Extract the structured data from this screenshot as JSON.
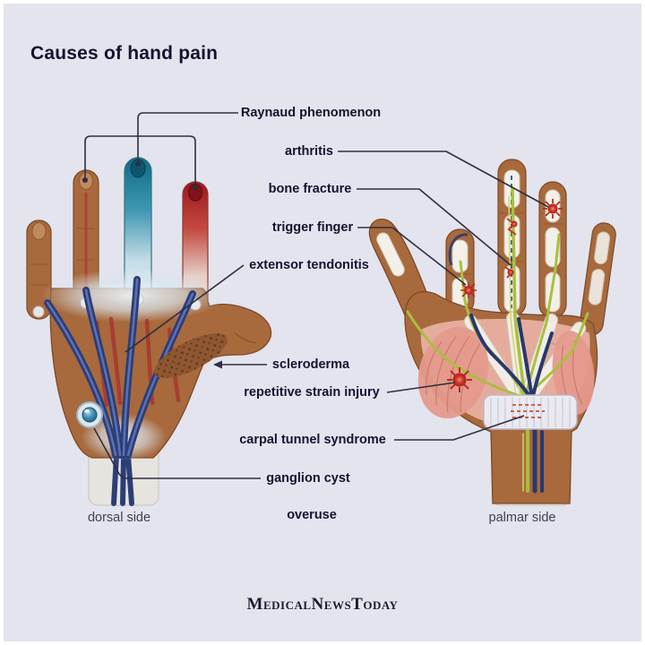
{
  "title": "Causes of hand pain",
  "conditions": {
    "raynaud": "Raynaud phenomenon",
    "arthritis": "arthritis",
    "bone_fracture": "bone fracture",
    "trigger_finger": "trigger finger",
    "extensor_tendonitis": "extensor tendonitis",
    "scleroderma": "scleroderma",
    "repetitive_strain_injury": "repetitive strain injury",
    "carpal_tunnel_syndrome": "carpal tunnel syndrome",
    "ganglion_cyst": "ganglion cyst",
    "overuse": "overuse"
  },
  "captions": {
    "dorsal": "dorsal side",
    "palmar": "palmar side"
  },
  "footer": {
    "brand": "MedicalNewsToday"
  },
  "colors": {
    "background": "#e3e4ee",
    "text": "#14142e",
    "leader_line": "#2e2e40",
    "skin": "#a8693c",
    "skin_outline": "#7c4a26",
    "raynaud_cyanosis_blue": "#1d7f9c",
    "raynaud_rubor_red": "#b01f27",
    "tendon_navy": "#2c3e78",
    "nerve_green": "#a9bf3f",
    "muscle_pink": "#e8a89e",
    "bone_white": "#f3f0ea",
    "pain_red": "#c0392b"
  }
}
